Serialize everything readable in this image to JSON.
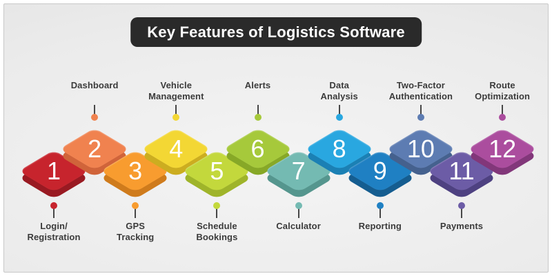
{
  "title_banner": {
    "text": "Key Features of Logistics Software",
    "bg_color": "#2a2a2a",
    "text_color": "#ffffff"
  },
  "canvas": {
    "outer_bg": "#ffffff",
    "border_color": "#c8c8c8",
    "inner_bg": "#ebebeb",
    "label_text_color": "#3b3b3b",
    "connector_color": "#474747",
    "number_text_color": "#ffffff"
  },
  "features": [
    {
      "number": "1",
      "label_lines": [
        "Login/",
        "Registration"
      ],
      "label_position": "bottom",
      "face_color": "#c7242d",
      "side_color": "#991a22"
    },
    {
      "number": "2",
      "label_lines": [
        "Dashboard"
      ],
      "label_position": "top",
      "face_color": "#f0824f",
      "side_color": "#d0643a"
    },
    {
      "number": "3",
      "label_lines": [
        "GPS",
        "Tracking"
      ],
      "label_position": "bottom",
      "face_color": "#f89c2f",
      "side_color": "#cf7b1c"
    },
    {
      "number": "4",
      "label_lines": [
        "Vehicle",
        "Management"
      ],
      "label_position": "top",
      "face_color": "#f3d734",
      "side_color": "#ccad20"
    },
    {
      "number": "5",
      "label_lines": [
        "Schedule",
        "Bookings"
      ],
      "label_position": "bottom",
      "face_color": "#c3d83c",
      "side_color": "#9fb42a"
    },
    {
      "number": "6",
      "label_lines": [
        "Alerts"
      ],
      "label_position": "top",
      "face_color": "#a6c93b",
      "side_color": "#87a827"
    },
    {
      "number": "7",
      "label_lines": [
        "Calculator"
      ],
      "label_position": "bottom",
      "face_color": "#74bab2",
      "side_color": "#55968e"
    },
    {
      "number": "8",
      "label_lines": [
        "Data",
        "Analysis"
      ],
      "label_position": "top",
      "face_color": "#29a7e0",
      "side_color": "#1b80b4"
    },
    {
      "number": "9",
      "label_lines": [
        "Reporting"
      ],
      "label_position": "bottom",
      "face_color": "#1f80c3",
      "side_color": "#155d90"
    },
    {
      "number": "10",
      "label_lines": [
        "Two-Factor",
        "Authentication"
      ],
      "label_position": "top",
      "face_color": "#5d7cb2",
      "side_color": "#45618e"
    },
    {
      "number": "11",
      "label_lines": [
        "Payments"
      ],
      "label_position": "bottom",
      "face_color": "#6c5ca6",
      "side_color": "#4e4181"
    },
    {
      "number": "12",
      "label_lines": [
        "Route",
        "Optimization"
      ],
      "label_position": "top",
      "face_color": "#ab4d9e",
      "side_color": "#82377a"
    }
  ]
}
